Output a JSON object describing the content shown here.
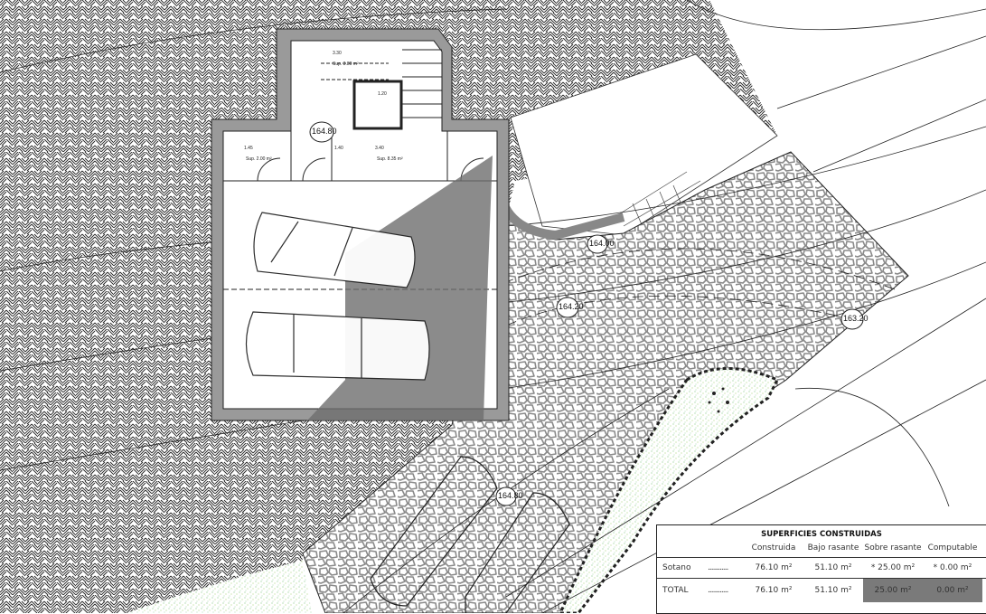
{
  "drawing": {
    "rooms": [
      {
        "dims": "3.30",
        "area": "Sup. 3.80 m²"
      },
      {
        "dims": "1.20",
        "area": ""
      },
      {
        "dims": "1.45",
        "area": "Sup. 2.00 m²"
      },
      {
        "dims": "1.40",
        "area": ""
      },
      {
        "dims": "3.40",
        "area": "Sup. 8.35 m²"
      }
    ],
    "levels": [
      "164.80",
      "164.00",
      "164.20",
      "163.20",
      "164.80"
    ],
    "colors": {
      "wall": "#9a9a9a",
      "shade": "#6e6e6e",
      "green": "#4caf50",
      "line": "#222222"
    }
  },
  "table": {
    "title": "SUPERFICIES CONSTRUIDAS",
    "columns": [
      "Construida",
      "Bajo rasante",
      "Sobre rasante",
      "Computable"
    ],
    "rows": [
      {
        "label": "Sotano",
        "dots": "............",
        "values": [
          "76.10 m²",
          "51.10 m²",
          "* 25.00 m²",
          "* 0.00 m²"
        ]
      },
      {
        "label": "TOTAL",
        "dots": "............",
        "values": [
          "76.10 m²",
          "51.10 m²",
          "25.00 m²",
          "0.00 m²"
        ]
      }
    ]
  }
}
